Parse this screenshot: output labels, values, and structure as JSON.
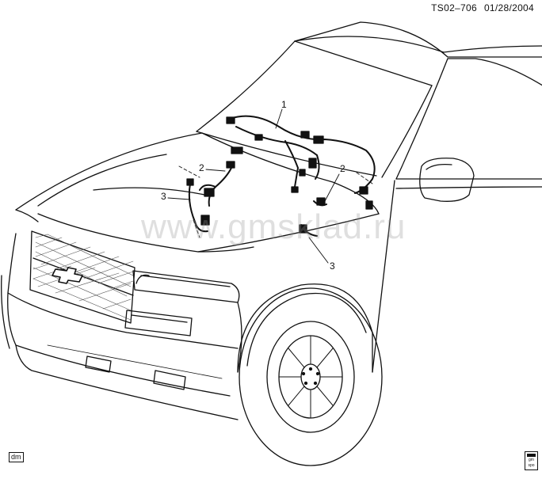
{
  "header": {
    "doc_code": "TS02–706",
    "date": "01/28/2004"
  },
  "watermark": "www.gmsklad.ru",
  "callouts": [
    {
      "id": "c1",
      "text": "1"
    },
    {
      "id": "c2a",
      "text": "2"
    },
    {
      "id": "c2b",
      "text": "2"
    },
    {
      "id": "c3a",
      "text": "3"
    },
    {
      "id": "c3b",
      "text": "3"
    }
  ],
  "corner_tag": "dm",
  "logo": {
    "line1": "gm",
    "line2": "spo"
  }
}
